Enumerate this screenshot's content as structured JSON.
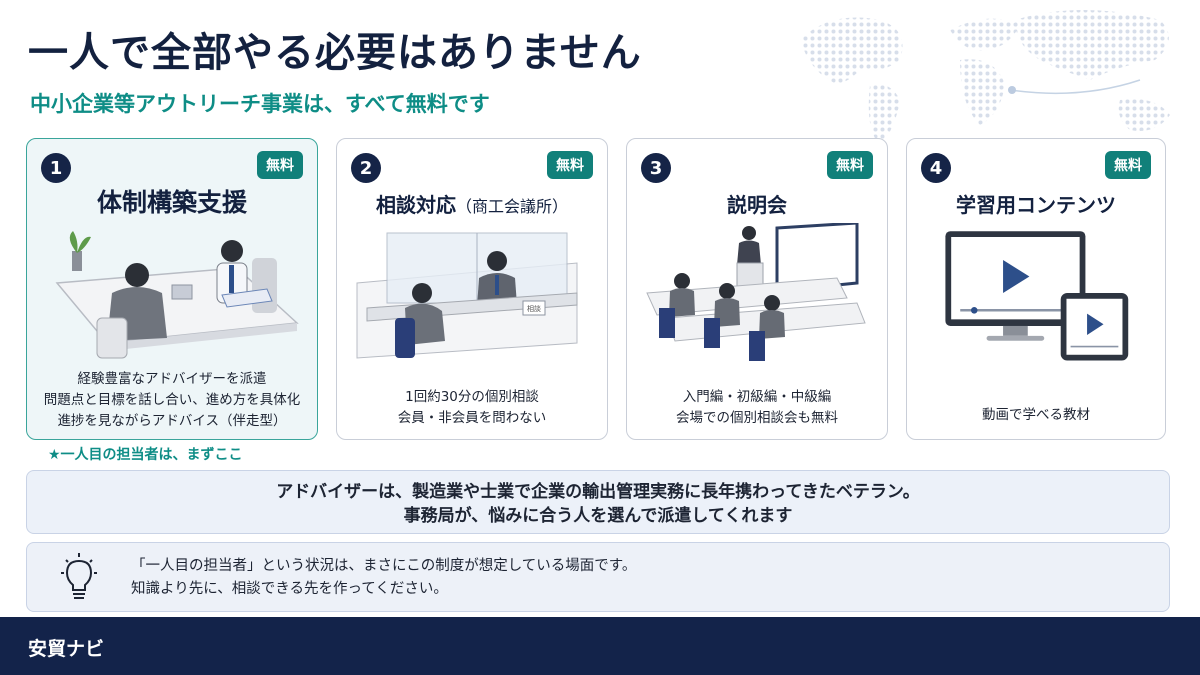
{
  "header": {
    "title": "一人で全部やる必要はありません",
    "subtitle": "中小企業等アウトリーチ事業は、すべて無料です"
  },
  "cards": [
    {
      "number": "1",
      "badge": "無料",
      "title": "体制構築支援",
      "title_note": "",
      "lines": [
        "経験豊富なアドバイザーを派遣",
        "問題点と目標を話し合い、進め方を具体化",
        "進捗を見ながらアドバイス（伴走型）"
      ]
    },
    {
      "number": "2",
      "badge": "無料",
      "title": "相談対応",
      "title_note": "（商工会議所）",
      "desk_sign": "相談",
      "lines": [
        "1回約30分の個別相談",
        "会員・非会員を問わない"
      ]
    },
    {
      "number": "3",
      "badge": "無料",
      "title": "説明会",
      "title_note": "",
      "lines": [
        "入門編・初級編・中級編",
        "会場での個別相談会も無料"
      ]
    },
    {
      "number": "4",
      "badge": "無料",
      "title": "学習用コンテンツ",
      "title_note": "",
      "lines": [
        "動画で学べる教材"
      ]
    }
  ],
  "note": "★一人目の担当者は、まずここ",
  "banner": {
    "line1": "アドバイザーは、製造業や士業で企業の輸出管理実務に長年携わってきたベテラン。",
    "line2": "事務局が、悩みに合う人を選んで派遣してくれます"
  },
  "tip": {
    "icon": "lightbulb-icon",
    "line1": "「一人目の担当者」という状況は、まさにこの制度が想定している場面です。",
    "line2": "知識より先に、相談できる先を作ってください。"
  },
  "footer": {
    "brand": "安貿ナビ"
  },
  "colors": {
    "navy": "#13234a",
    "teal": "#0e8d86",
    "badge": "#11807a",
    "card1_bg": "#eef6f8",
    "banner_bg": "#ecf1f9"
  }
}
